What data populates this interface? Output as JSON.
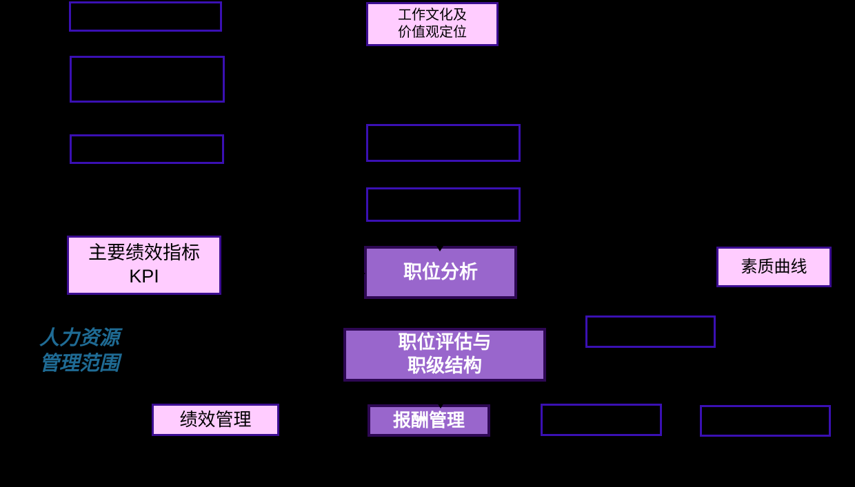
{
  "diagram": {
    "side_label": {
      "line1": "人力资源",
      "line2": "管理范围"
    },
    "boxes": {
      "work_culture": {
        "line1": "工作文化及",
        "line2": "价值观定位"
      },
      "kpi": {
        "line1": "主要绩效指标",
        "line2": "KPI"
      },
      "job_analysis": {
        "label": "职位分析"
      },
      "quality_curve": {
        "label": "素质曲线"
      },
      "job_evaluation": {
        "line1": "职位评估与",
        "line2": "职级结构"
      },
      "performance_mgmt": {
        "label": "绩效管理"
      },
      "compensation_mgmt": {
        "label": "报酬管理"
      }
    },
    "colors": {
      "background": "#000000",
      "pink_fill": "#ffccff",
      "purple_fill": "#9966cc",
      "empty_box_border": "#3a10b3",
      "pink_box_border": "#3c0d92",
      "purple_box_border": "#2e0854",
      "text_on_pink": "#000000",
      "text_on_purple": "#ffffff",
      "side_label_text": "#1f6b94",
      "connector": "#000000"
    }
  }
}
